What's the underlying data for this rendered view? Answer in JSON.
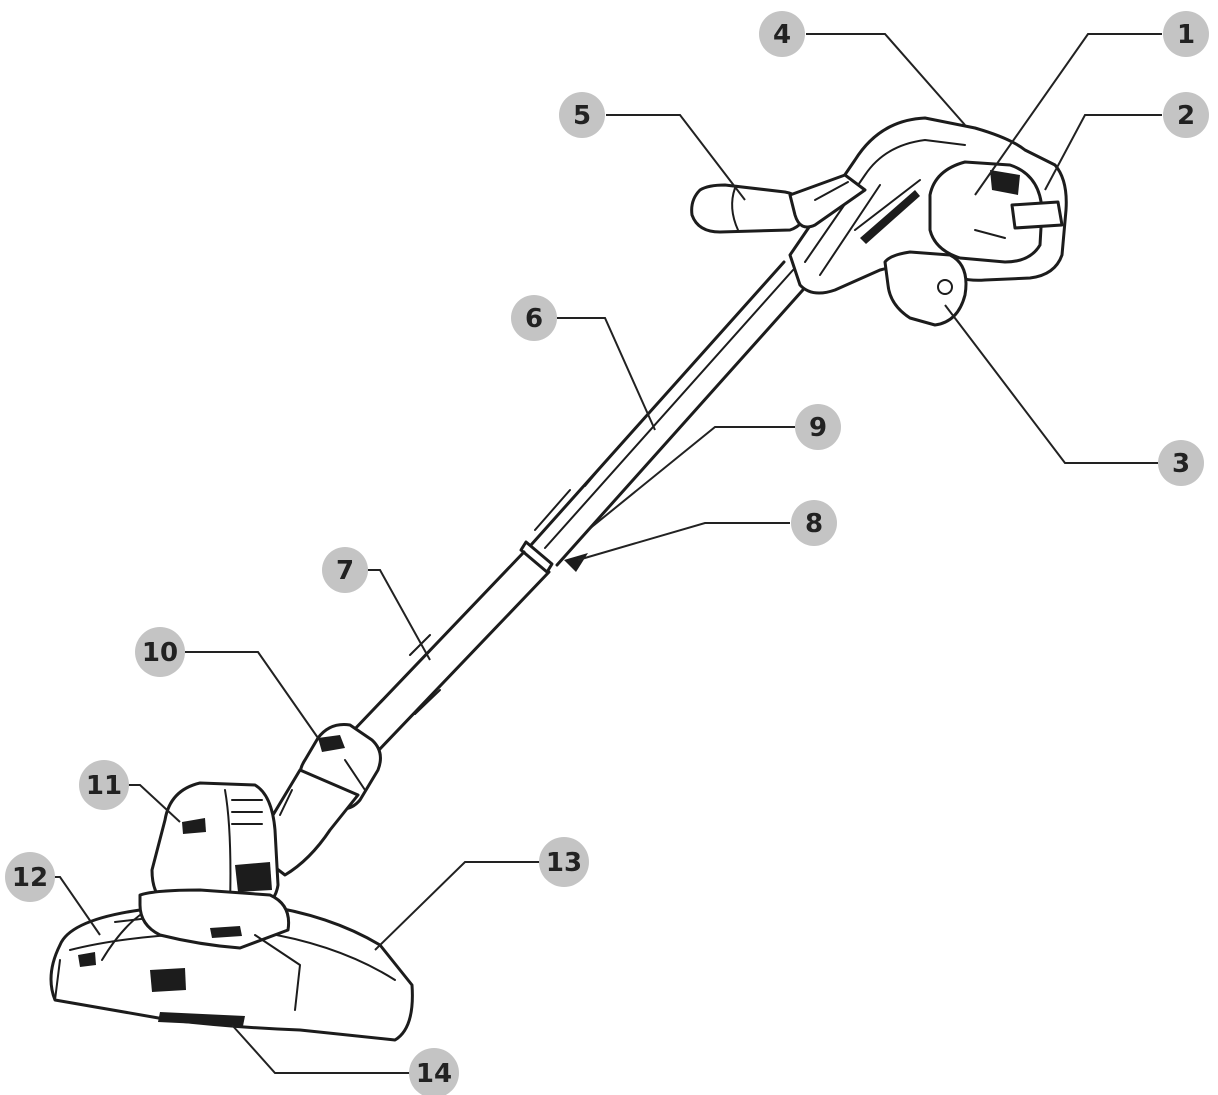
{
  "diagram": {
    "callouts": [
      {
        "id": "1",
        "label": "1"
      },
      {
        "id": "2",
        "label": "2"
      },
      {
        "id": "3",
        "label": "3"
      },
      {
        "id": "4",
        "label": "4"
      },
      {
        "id": "5",
        "label": "5"
      },
      {
        "id": "6",
        "label": "6"
      },
      {
        "id": "7",
        "label": "7"
      },
      {
        "id": "8",
        "label": "8"
      },
      {
        "id": "9",
        "label": "9"
      },
      {
        "id": "10",
        "label": "10"
      },
      {
        "id": "11",
        "label": "11"
      },
      {
        "id": "12",
        "label": "12"
      },
      {
        "id": "13",
        "label": "13"
      },
      {
        "id": "14",
        "label": "14"
      }
    ],
    "colors": {
      "badge_fill": "#c4c4c4",
      "line_color": "#1c1c1c",
      "background": "#ffffff"
    }
  }
}
